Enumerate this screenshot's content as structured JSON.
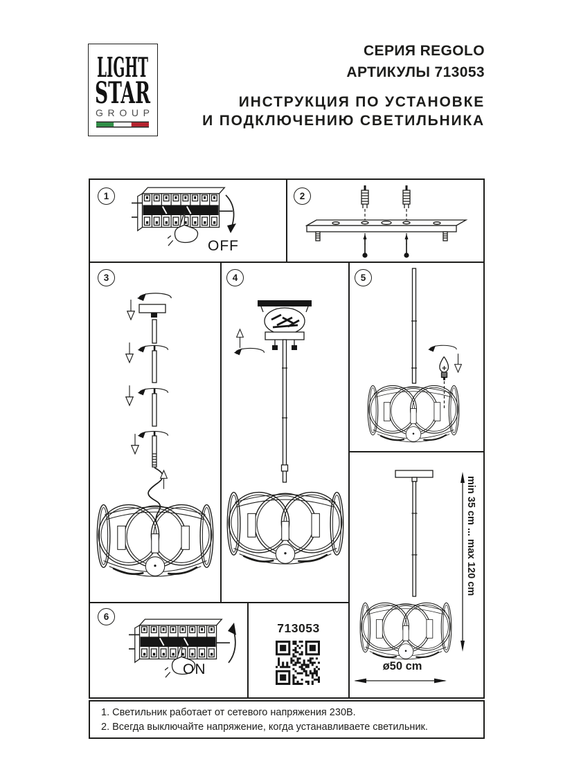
{
  "header": {
    "logo": {
      "word1": "LIGHT",
      "word2": "STAR",
      "word3": "GROUP",
      "flag_green": "#2f8f46",
      "flag_white": "#ffffff",
      "flag_red": "#b5222d"
    },
    "series": "СЕРИЯ REGOLO",
    "articles": "АРТИКУЛЫ 713053",
    "title_line1": "ИНСТРУКЦИЯ ПО УСТАНОВКЕ",
    "title_line2": "И ПОДКЛЮЧЕНИЮ СВЕТИЛЬНИКА"
  },
  "steps": [
    {
      "number": "1",
      "label": "OFF"
    },
    {
      "number": "2",
      "label": ""
    },
    {
      "number": "3",
      "label": ""
    },
    {
      "number": "4",
      "label": ""
    },
    {
      "number": "5",
      "label": ""
    },
    {
      "number": "6",
      "label": "ON"
    }
  ],
  "qr_panel": {
    "article": "713053"
  },
  "dimensions": {
    "height_range": "min 35 cm ... max 120 cm",
    "diameter": "ø50 cm"
  },
  "footer_notes": [
    "1. Светильник работает от сетевого напряжения 230В.",
    "2. Всегда выключайте напряжение, когда устанавливаете светильник."
  ],
  "colors": {
    "ink": "#1d1d1b",
    "paper": "#ffffff"
  }
}
